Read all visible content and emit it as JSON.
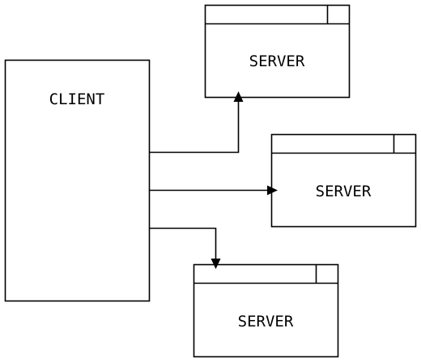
{
  "diagram": {
    "client": {
      "label": "CLIENT"
    },
    "servers": [
      {
        "label": "SERVER"
      },
      {
        "label": "SERVER"
      },
      {
        "label": "SERVER"
      }
    ],
    "colors": {
      "stroke": "#000000",
      "background": "#ffffff"
    }
  }
}
